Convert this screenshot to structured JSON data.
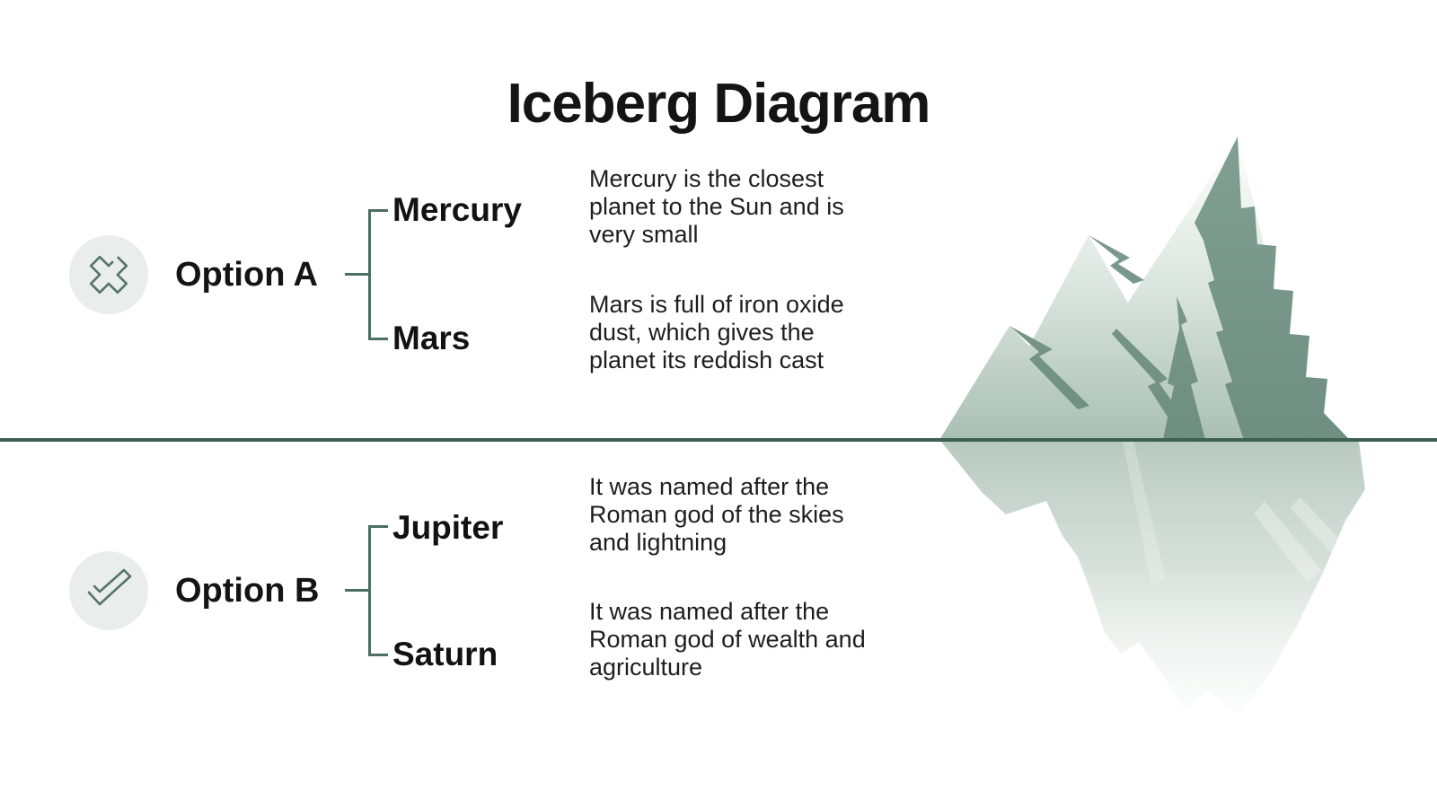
{
  "title": "Iceberg Diagram",
  "groups": [
    {
      "label": "Option A",
      "icon": "cross-icon",
      "branches": [
        {
          "name": "Mercury",
          "description": "Mercury is the closest planet to the Sun and is very small"
        },
        {
          "name": "Mars",
          "description": "Mars is full of iron oxide dust, which gives the planet its reddish cast"
        }
      ]
    },
    {
      "label": "Option B",
      "icon": "check-icon",
      "branches": [
        {
          "name": "Jupiter",
          "description": "It was named after the Roman god of the skies and lightning"
        },
        {
          "name": "Saturn",
          "description": "It was named after the Roman god of wealth and agriculture"
        }
      ]
    }
  ],
  "illustration": {
    "name": "iceberg",
    "parts": [
      "above-water-peaks",
      "waterline",
      "underwater-mass"
    ]
  },
  "colors": {
    "background": "#ffffff",
    "text": "#161616",
    "waterline": "#3d6055",
    "connector": "#4d6e62",
    "icon_circle": "#e9eeec",
    "icon_stroke": "#567468",
    "iceberg_light_top": "#fdfefd",
    "iceberg_light_bottom": "#a9bfb3",
    "iceberg_shadow": "#7e9b8f",
    "iceberg_underwater": "#c3d2c9"
  }
}
